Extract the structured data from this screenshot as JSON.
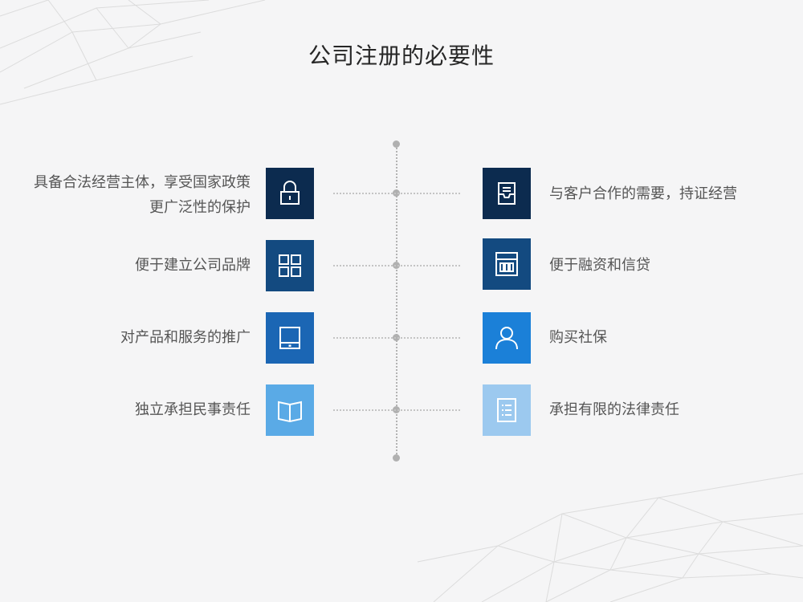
{
  "title": "公司注册的必要性",
  "left_items": [
    {
      "label": "具备合法经营主体，享受国家政策更广泛性的保护",
      "icon": "lock-icon",
      "color": "#0c2b4f"
    },
    {
      "label": "便于建立公司品牌",
      "icon": "grid-icon",
      "color": "#134a80"
    },
    {
      "label": "对产品和服务的推广",
      "icon": "tablet-icon",
      "color": "#1b66b4"
    },
    {
      "label": "独立承担民事责任",
      "icon": "book-icon",
      "color": "#5aaae6"
    }
  ],
  "right_items": [
    {
      "label": "与客户合作的需要，持证经营",
      "icon": "inbox-icon",
      "color": "#0c2b4f"
    },
    {
      "label": "便于融资和信贷",
      "icon": "calculator-icon",
      "color": "#134a80"
    },
    {
      "label": "购买社保",
      "icon": "user-icon",
      "color": "#1b80d8"
    },
    {
      "label": "承担有限的法律责任",
      "icon": "document-list-icon",
      "color": "#9cc9ef"
    }
  ]
}
